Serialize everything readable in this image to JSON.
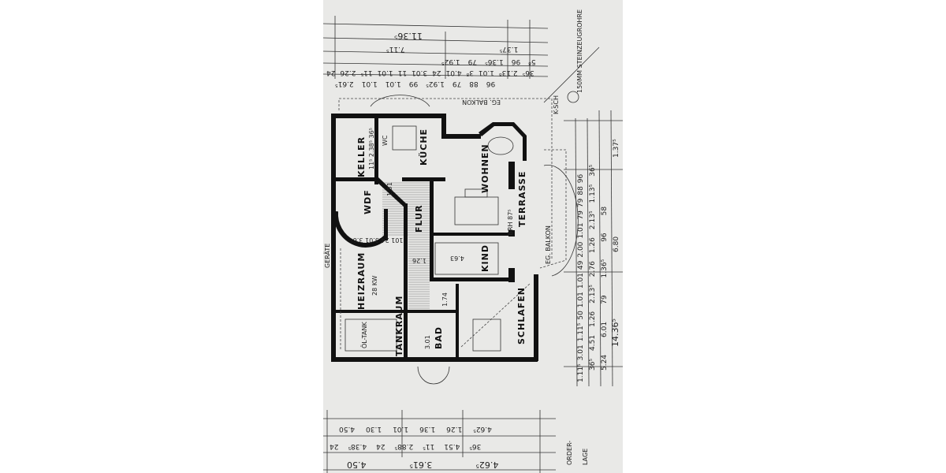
{
  "plan": {
    "rooms": {
      "keller": "KELLER",
      "keller_area": "11⁵ 2.38⁵ 36⁵",
      "wc": "WC",
      "kueche": "KÜCHE",
      "wohnen": "WOHNEN",
      "terrasse": "TERRASSE",
      "wdf": "WDF",
      "flur": "FLUR",
      "heizraum": "HEIZRAUM",
      "heizraum_power": "28 KW",
      "kind": "KIND",
      "schlafen": "SCHLAFEN",
      "oel_tank": "ÖL-TANK",
      "tankraum": "TANKRAUM",
      "bad": "BAD",
      "bad_dim": "3.01",
      "balkon_top": "EG. BALKON",
      "balkon_right": "EG. BALKON",
      "steinzeug": "150MM STEINZEUGROHRE",
      "ksch": "K-SCH",
      "gerate": "GERÄTE",
      "order": "ORDER-",
      "anlage": "LAGE"
    },
    "interior_dims": [
      "1.51",
      "4.63",
      "1.26",
      "1.74",
      "101 24 3.01 3.6⁵",
      "BRH 87⁵"
    ],
    "top_dims": {
      "row1": [
        "11.36⁵"
      ],
      "row2": [
        "7.11⁵",
        "1.37⁵"
      ],
      "row3": [
        "1.92⁵",
        "79",
        "1.36⁵",
        "96",
        "5⁸"
      ],
      "row4": [
        "24",
        "2.26",
        "11⁵",
        "1.01",
        "11",
        "3.01",
        "24",
        "4.01",
        "3⁸",
        "1.01",
        "2.13⁸",
        "36⁵"
      ],
      "row5": [
        "2.61⁵",
        "1.01",
        "1.01",
        "99",
        "1.92⁵",
        "79",
        "88",
        "96"
      ]
    },
    "right_dims": {
      "col1": [
        "1.11⁵",
        "3.01",
        "1.11⁵",
        "50",
        "1.01",
        "1.01",
        "49",
        "2.00",
        "1.01",
        "79",
        "79",
        "88",
        "96"
      ],
      "col2": [
        "36⁵",
        "4.51",
        "1.26",
        "2.13⁵",
        "2.76",
        "1.26",
        "2.13⁵",
        "1.13⁵",
        "36⁵"
      ],
      "col3": [
        "5.24",
        "6.01",
        "79",
        "1.36⁵",
        "96",
        "58"
      ],
      "col4": [
        "6.80",
        "1.37⁵"
      ],
      "total": "14.36⁵"
    },
    "bottom_dims": {
      "row1": [
        "4.50",
        "1.30",
        "1.01",
        "1.36",
        "1.26",
        "4.62⁵"
      ],
      "row2": [
        "24",
        "4.38⁵",
        "24",
        "2.88⁵",
        "11⁵",
        "4.51",
        "36⁵"
      ],
      "row3": [
        "4.50",
        "3.61⁵",
        "4.62⁵"
      ]
    }
  }
}
